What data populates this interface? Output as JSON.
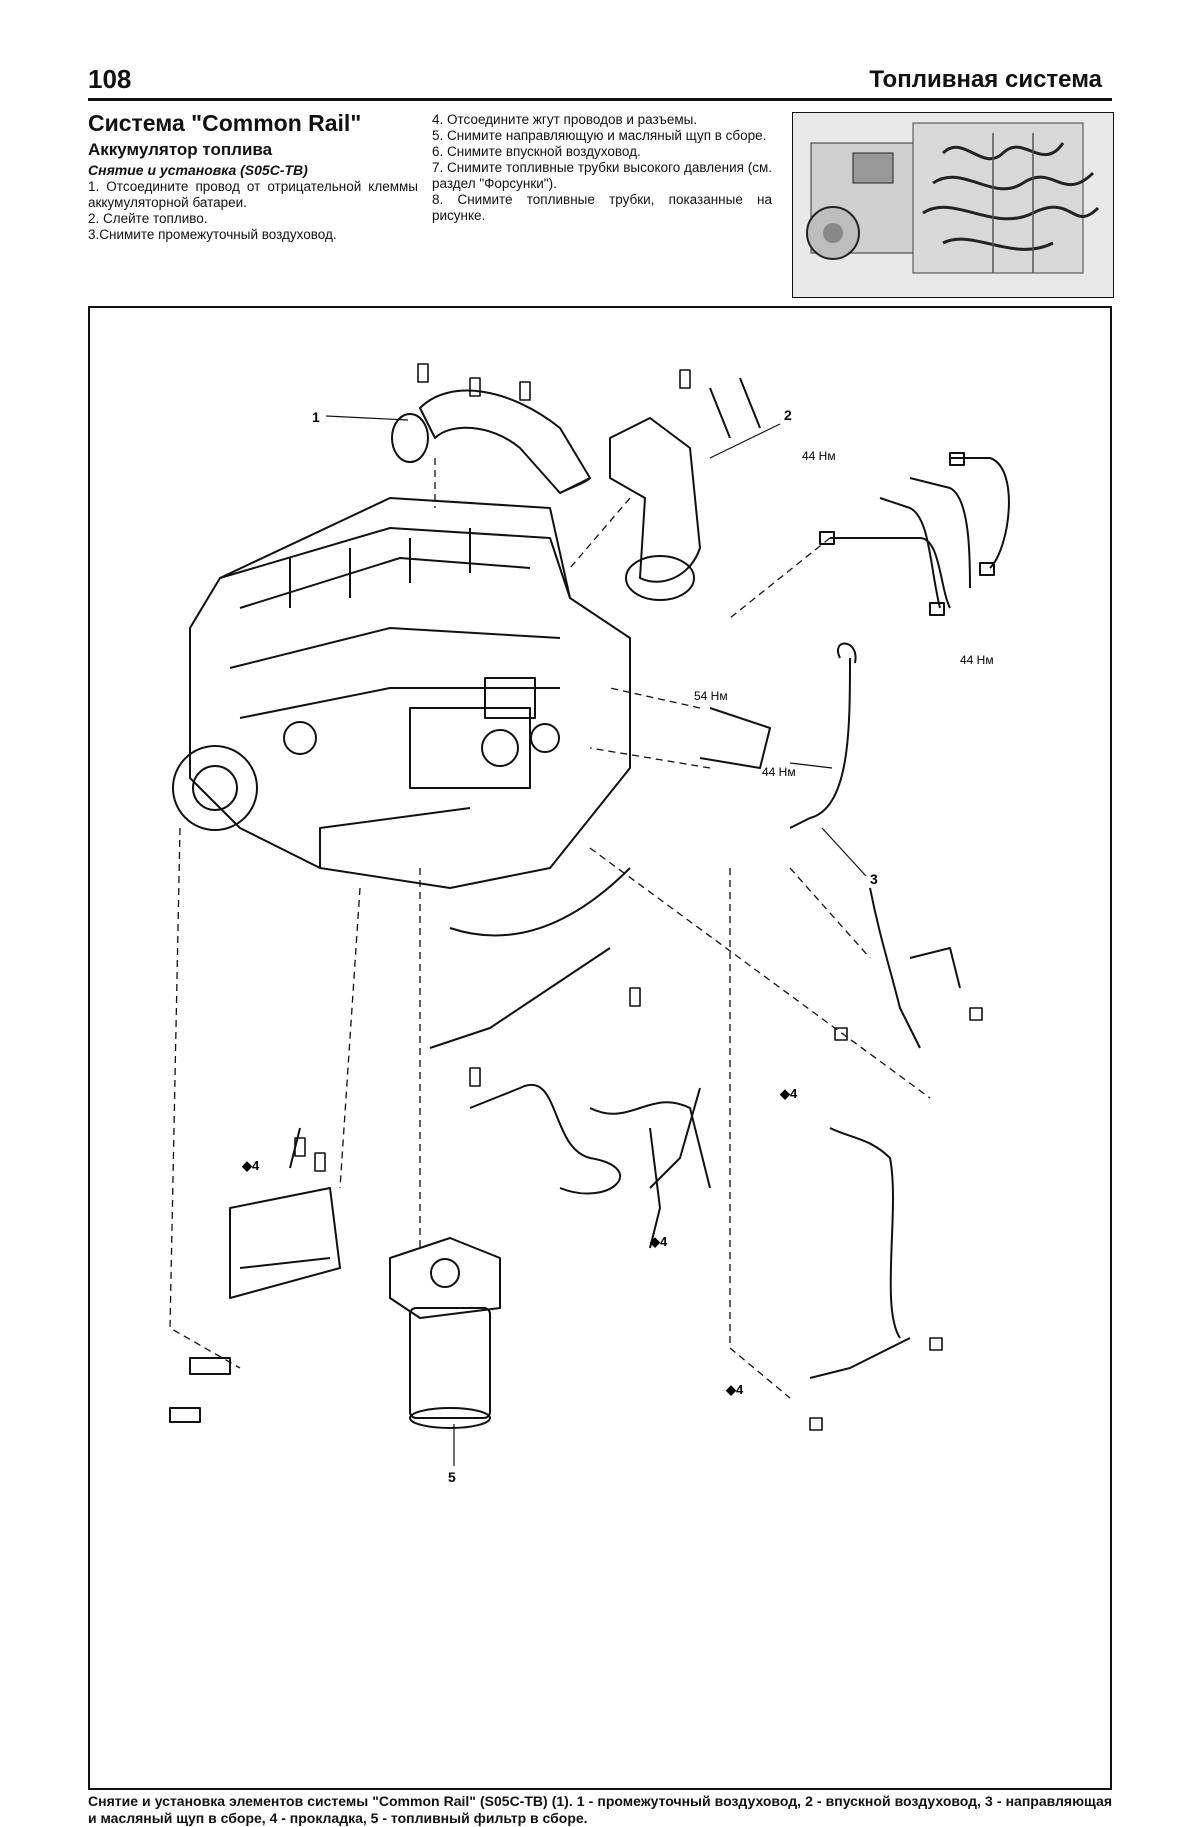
{
  "header": {
    "page_number": "108",
    "chapter_title": "Топливная система"
  },
  "section": {
    "title": "Система \"Common Rail\"",
    "subtitle": "Аккумулятор топлива",
    "procedure_title": "Снятие и установка (S05C-TB)"
  },
  "steps_col1": [
    "1. Отсоедините провод от отрицательной клеммы аккумуляторной батареи.",
    "2. Слейте топливо.",
    "3.Снимите промежуточный воздуховод."
  ],
  "steps_col2": [
    "4. Отсоедините жгут проводов и разъемы.",
    "5. Снимите направляющую и масляный щуп в сборе.",
    "6. Снимите впускной воздуховод.",
    "7. Снимите топливные трубки высокого давления (см. раздел \"Форсунки\").",
    "8. Снимите топливные трубки, показанные на рисунке."
  ],
  "diagram": {
    "callouts": {
      "c1": "1",
      "c2": "2",
      "c3": "3",
      "c5": "5"
    },
    "torque": {
      "t44a": "44 Нм",
      "t44b": "44 Нм",
      "t54": "54 Нм",
      "t44c": "44 Нм"
    },
    "gasket_marks": {
      "g1": "◆4",
      "g2": "◆4",
      "g3": "◆4",
      "g4": "◆4"
    }
  },
  "caption": "Снятие и установка элементов системы \"Common Rail\" (S05C-TB) (1). 1 - промежуточный воздуховод, 2 - впускной воздуховод, 3 - направляющая и масляный щуп в сборе, 4 - прокладка, 5 - топливный фильтр в сборе."
}
